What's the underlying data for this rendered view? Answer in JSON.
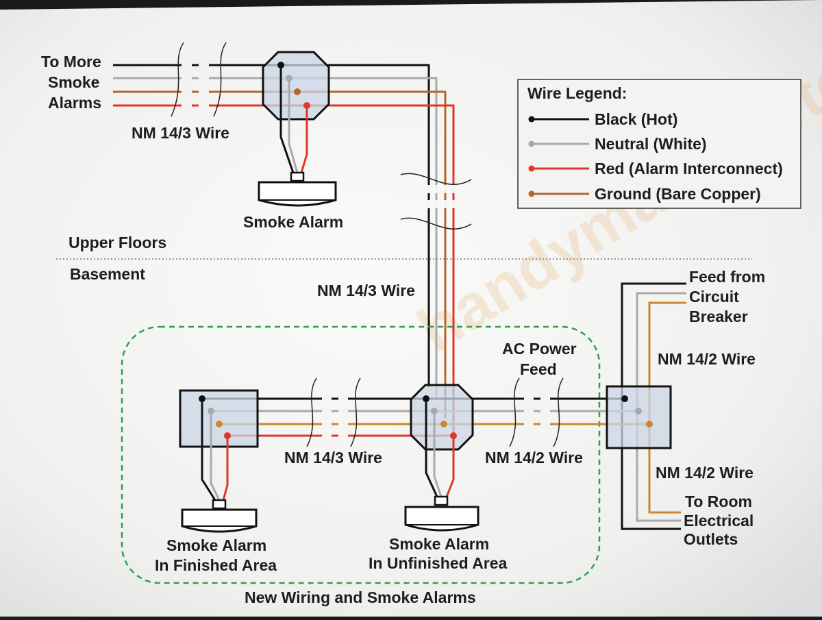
{
  "labels": {
    "to_more_line1": "To More",
    "to_more_line2": "Smoke",
    "to_more_line3": "Alarms",
    "nm143_top": "NM 14/3 Wire",
    "smoke_alarm_top": "Smoke Alarm",
    "upper_floors": "Upper Floors",
    "basement": "Basement",
    "nm143_vertical": "NM 14/3 Wire",
    "feed_line1": "Feed from",
    "feed_line2": "Circuit",
    "feed_line3": "Breaker",
    "nm142_right_top": "NM 14/2 Wire",
    "ac_line1": "AC Power",
    "ac_line2": "Feed",
    "nm143_bottom": "NM 14/3 Wire",
    "nm142_middle": "NM 14/2 Wire",
    "nm142_right_bottom": "NM 14/2 Wire",
    "to_room_line1": "To Room",
    "to_room_line2": "Electrical",
    "to_room_line3": "Outlets",
    "alarm_finished_line1": "Smoke Alarm",
    "alarm_finished_line2": "In Finished Area",
    "alarm_unfinished_line1": "Smoke Alarm",
    "alarm_unfinished_line2": "In Unfinished Area",
    "new_wiring": "New Wiring and Smoke Alarms",
    "watermark": "handymanhowto.com"
  },
  "legend": {
    "title": "Wire Legend:",
    "items": [
      {
        "label": "Black (Hot)",
        "color": "#111111"
      },
      {
        "label": "Neutral (White)",
        "color": "#a9a9a9"
      },
      {
        "label": "Red (Alarm Interconnect)",
        "color": "#e0352b"
      },
      {
        "label": "Ground (Bare Copper)",
        "color": "#b5652a"
      }
    ]
  },
  "colors": {
    "hot": "#111111",
    "neutral": "#a9a9a9",
    "red": "#e0352b",
    "ground": "#b5652a",
    "box_fill": "#c9d5e6",
    "dashed_border": "#2e9e4f",
    "background": "#f3f3f1"
  }
}
